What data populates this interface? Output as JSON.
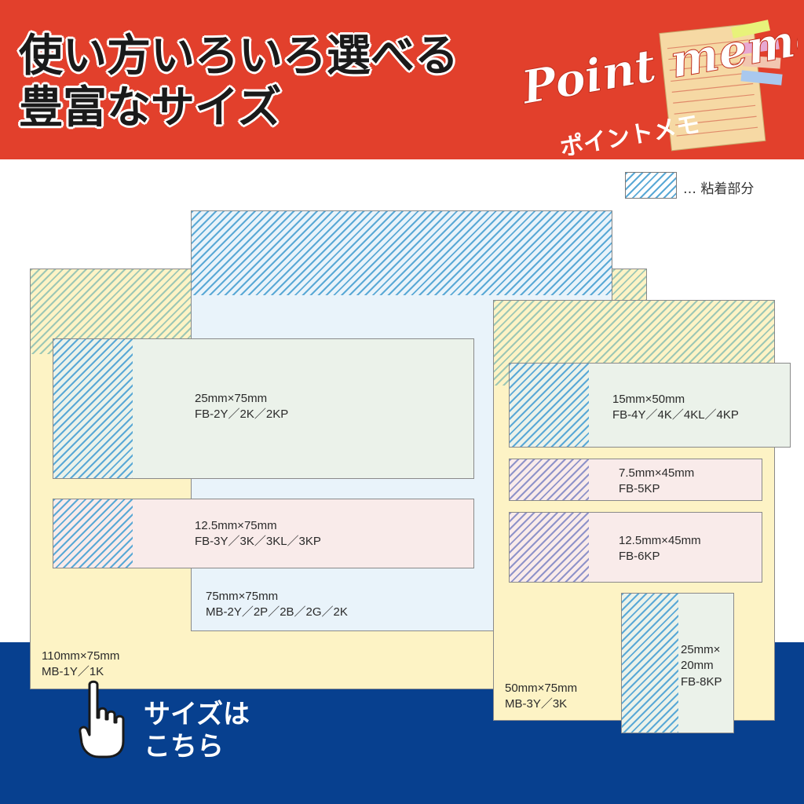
{
  "header": {
    "line1": "使い方いろいろ選べる",
    "line2": "豊富なサイズ",
    "bg_color": "#e2402c"
  },
  "logo": {
    "brand": "Point memo",
    "katakana": "ポイントメモ"
  },
  "legend": {
    "text": "… 粘着部分"
  },
  "products": {
    "mb1": {
      "size": "110mm×75mm",
      "code": "MB-1Y／1K"
    },
    "mb2": {
      "size": "75mm×75mm",
      "code": "MB-2Y／2P／2B／2G／2K"
    },
    "fb2": {
      "size": "25mm×75mm",
      "code": "FB-2Y／2K／2KP"
    },
    "fb3": {
      "size": "12.5mm×75mm",
      "code": "FB-3Y／3K／3KL／3KP"
    },
    "mb3": {
      "size": "50mm×75mm",
      "code": "MB-3Y／3K"
    },
    "fb4": {
      "size": "15mm×50mm",
      "code": "FB-4Y／4K／4KL／4KP"
    },
    "fb5": {
      "size": "7.5mm×45mm",
      "code": "FB-5KP"
    },
    "fb6": {
      "size": "12.5mm×45mm",
      "code": "FB-6KP"
    },
    "fb8": {
      "size_line1": "25mm×",
      "size_line2": "20mm",
      "code": "FB-8KP"
    }
  },
  "cta": {
    "line1": "サイズは",
    "line2": "こちら",
    "icon": "pointing-hand-icon"
  },
  "colors": {
    "footer_band": "#07408f",
    "yellow_pad": "#fdf3c5",
    "blue_pad": "#e9f3fa",
    "green_pad": "#ebf2ea",
    "pink_pad": "#f9ebea",
    "adhesive_hatch": "#5aa9d6"
  }
}
